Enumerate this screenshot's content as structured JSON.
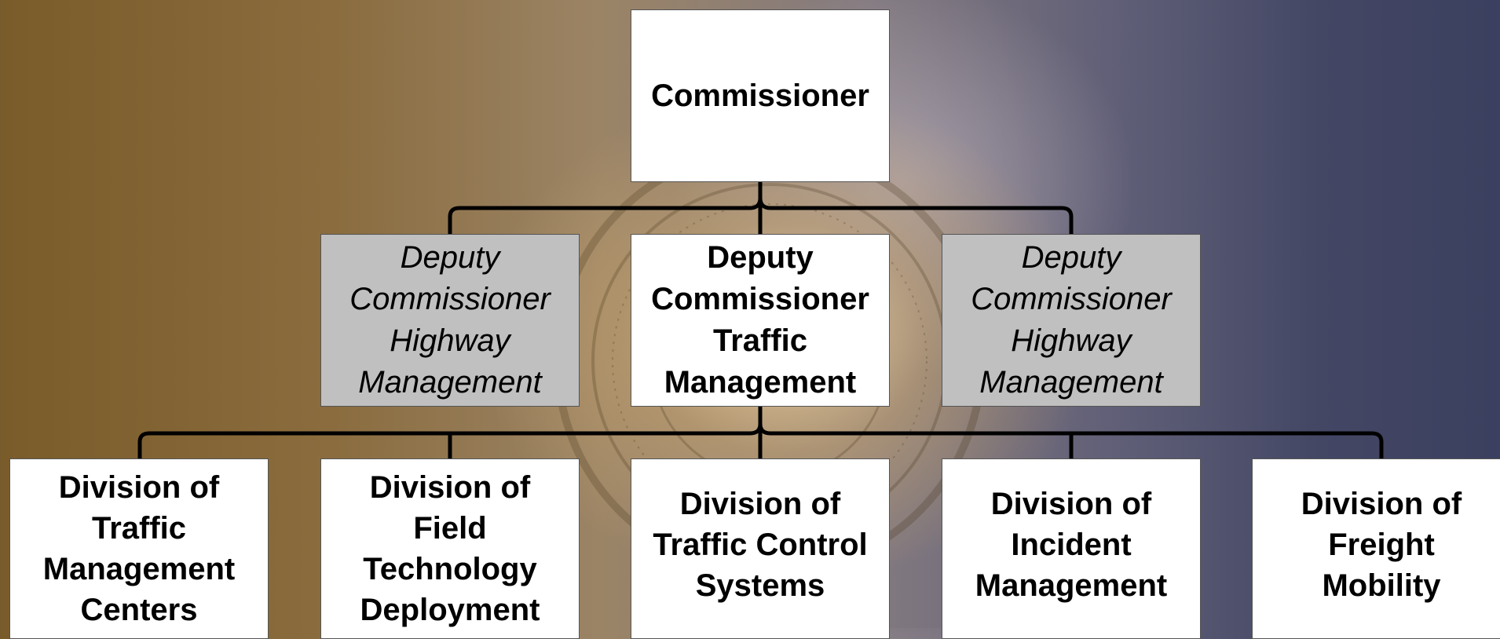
{
  "chart": {
    "commissioner": "Commissioner",
    "deputies": [
      {
        "lines": [
          "Deputy",
          "Commissioner",
          "Highway",
          "Management"
        ]
      },
      {
        "lines": [
          "Deputy",
          "Commissioner",
          "Traffic",
          "Management"
        ]
      },
      {
        "lines": [
          "Deputy",
          "Commissioner",
          "Highway",
          "Management"
        ]
      }
    ],
    "divisions": [
      {
        "lines": [
          "Division of",
          "Traffic",
          "Management",
          "Centers"
        ]
      },
      {
        "lines": [
          "Division of",
          "Field",
          "Technology",
          "Deployment"
        ]
      },
      {
        "lines": [
          "Division of",
          "Traffic Control",
          "Systems"
        ]
      },
      {
        "lines": [
          "Division of",
          "Incident",
          "Management"
        ]
      },
      {
        "lines": [
          "Division of",
          "Freight",
          "Mobility"
        ]
      }
    ]
  },
  "colors": {
    "box_white": "#ffffff",
    "box_gray": "#c0c0c0",
    "connector": "#000000"
  }
}
